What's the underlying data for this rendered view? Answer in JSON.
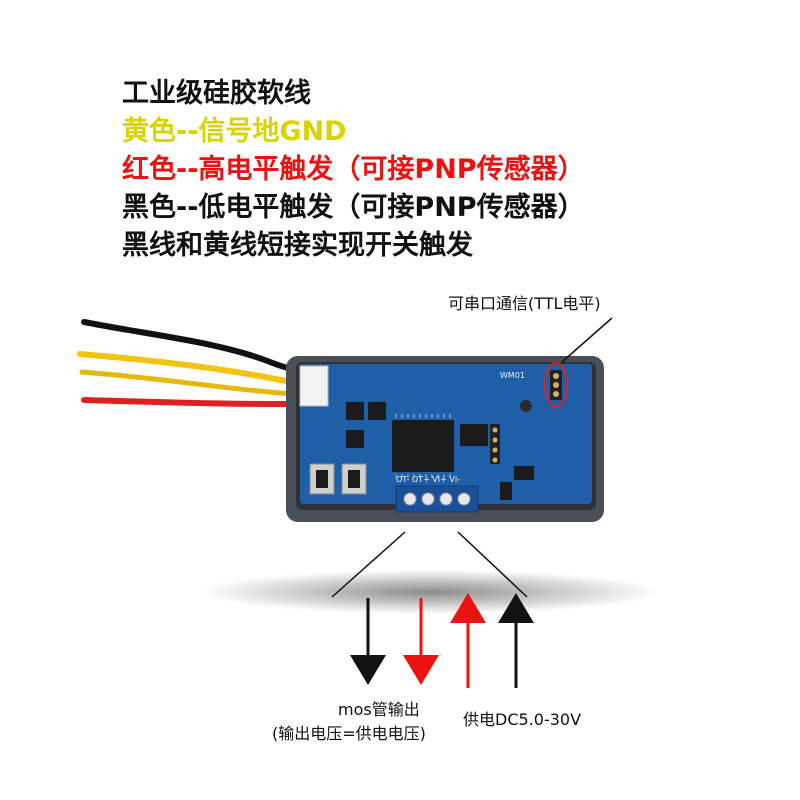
{
  "heading": {
    "line1": "工业级硅胶软线",
    "line2": "黄色--信号地GND",
    "line3": "红色--高电平触发（可接PNP传感器）",
    "line4": "黑色--低电平触发（可接PNP传感器）",
    "line5": "黑线和黄线短接实现开关触发"
  },
  "labels": {
    "ttl": "可串口通信(TTL电平)",
    "mos": "mos管输出",
    "mos_note": "(输出电压=供电电压)",
    "power": "供电DC5.0-30V",
    "board_model": "WM01",
    "terminals": "OT- OT+ VI+ VI-"
  },
  "colors": {
    "black_text": "#111111",
    "yellow_text": "#d9d400",
    "red_text": "#ee1111",
    "pcb_blue": "#1f5fa8",
    "case_gray": "#4a4f57",
    "terminal_blue": "#1a4f9a",
    "wire_yellow": "#f2c40f",
    "wire_red": "#e02020",
    "arrow_red": "#ee1111"
  }
}
